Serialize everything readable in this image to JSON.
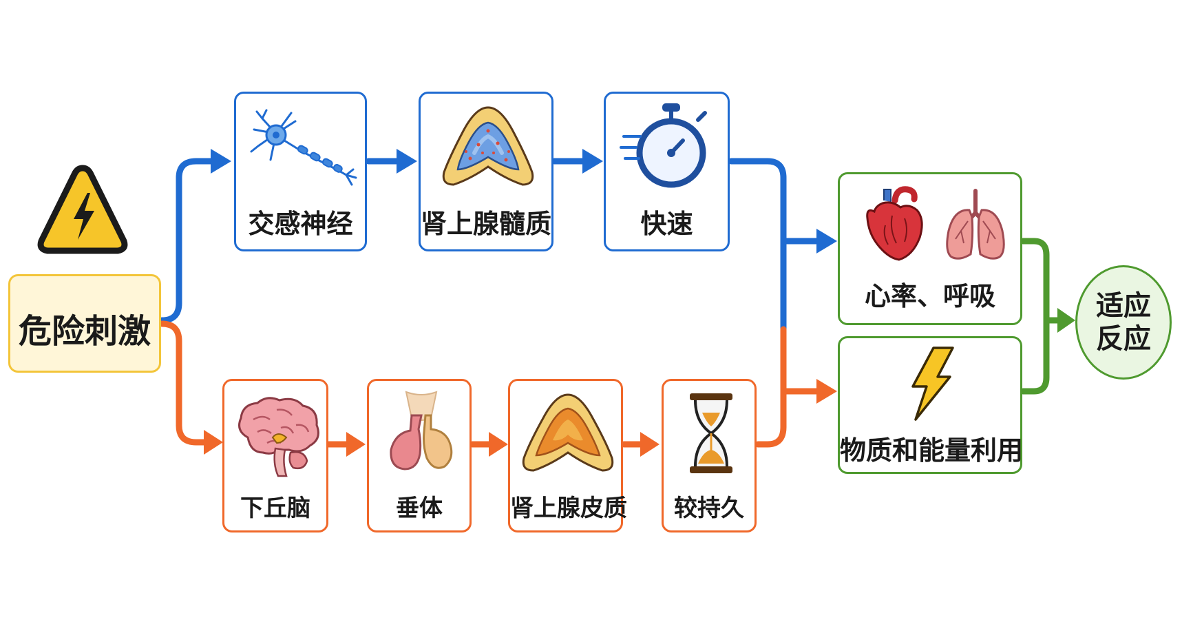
{
  "colors": {
    "fast_path": "#1f6bd1",
    "slow_path": "#f0682a",
    "outcome": "#4f9a2f",
    "start_fill": "#fff6d8",
    "start_border": "#f3c53a"
  },
  "start": {
    "label": "危险刺激",
    "icon": "warning-lightning-icon"
  },
  "fast_path": {
    "nodes": [
      {
        "label": "交感神经",
        "icon": "neuron-icon"
      },
      {
        "label": "肾上腺髓质",
        "icon": "adrenal-medulla-icon"
      },
      {
        "label": "快速",
        "icon": "stopwatch-icon"
      }
    ]
  },
  "slow_path": {
    "nodes": [
      {
        "label": "下丘脑",
        "icon": "brain-icon"
      },
      {
        "label": "垂体",
        "icon": "pituitary-icon"
      },
      {
        "label": "肾上腺皮质",
        "icon": "adrenal-cortex-icon"
      },
      {
        "label": "较持久",
        "icon": "hourglass-icon"
      }
    ]
  },
  "outcomes": [
    {
      "label": "心率、呼吸",
      "icons": [
        "heart-icon",
        "lungs-icon"
      ]
    },
    {
      "label": "物质和能量利用",
      "icons": [
        "lightning-icon"
      ]
    }
  ],
  "result": {
    "line1": "适应",
    "line2": "反应"
  }
}
